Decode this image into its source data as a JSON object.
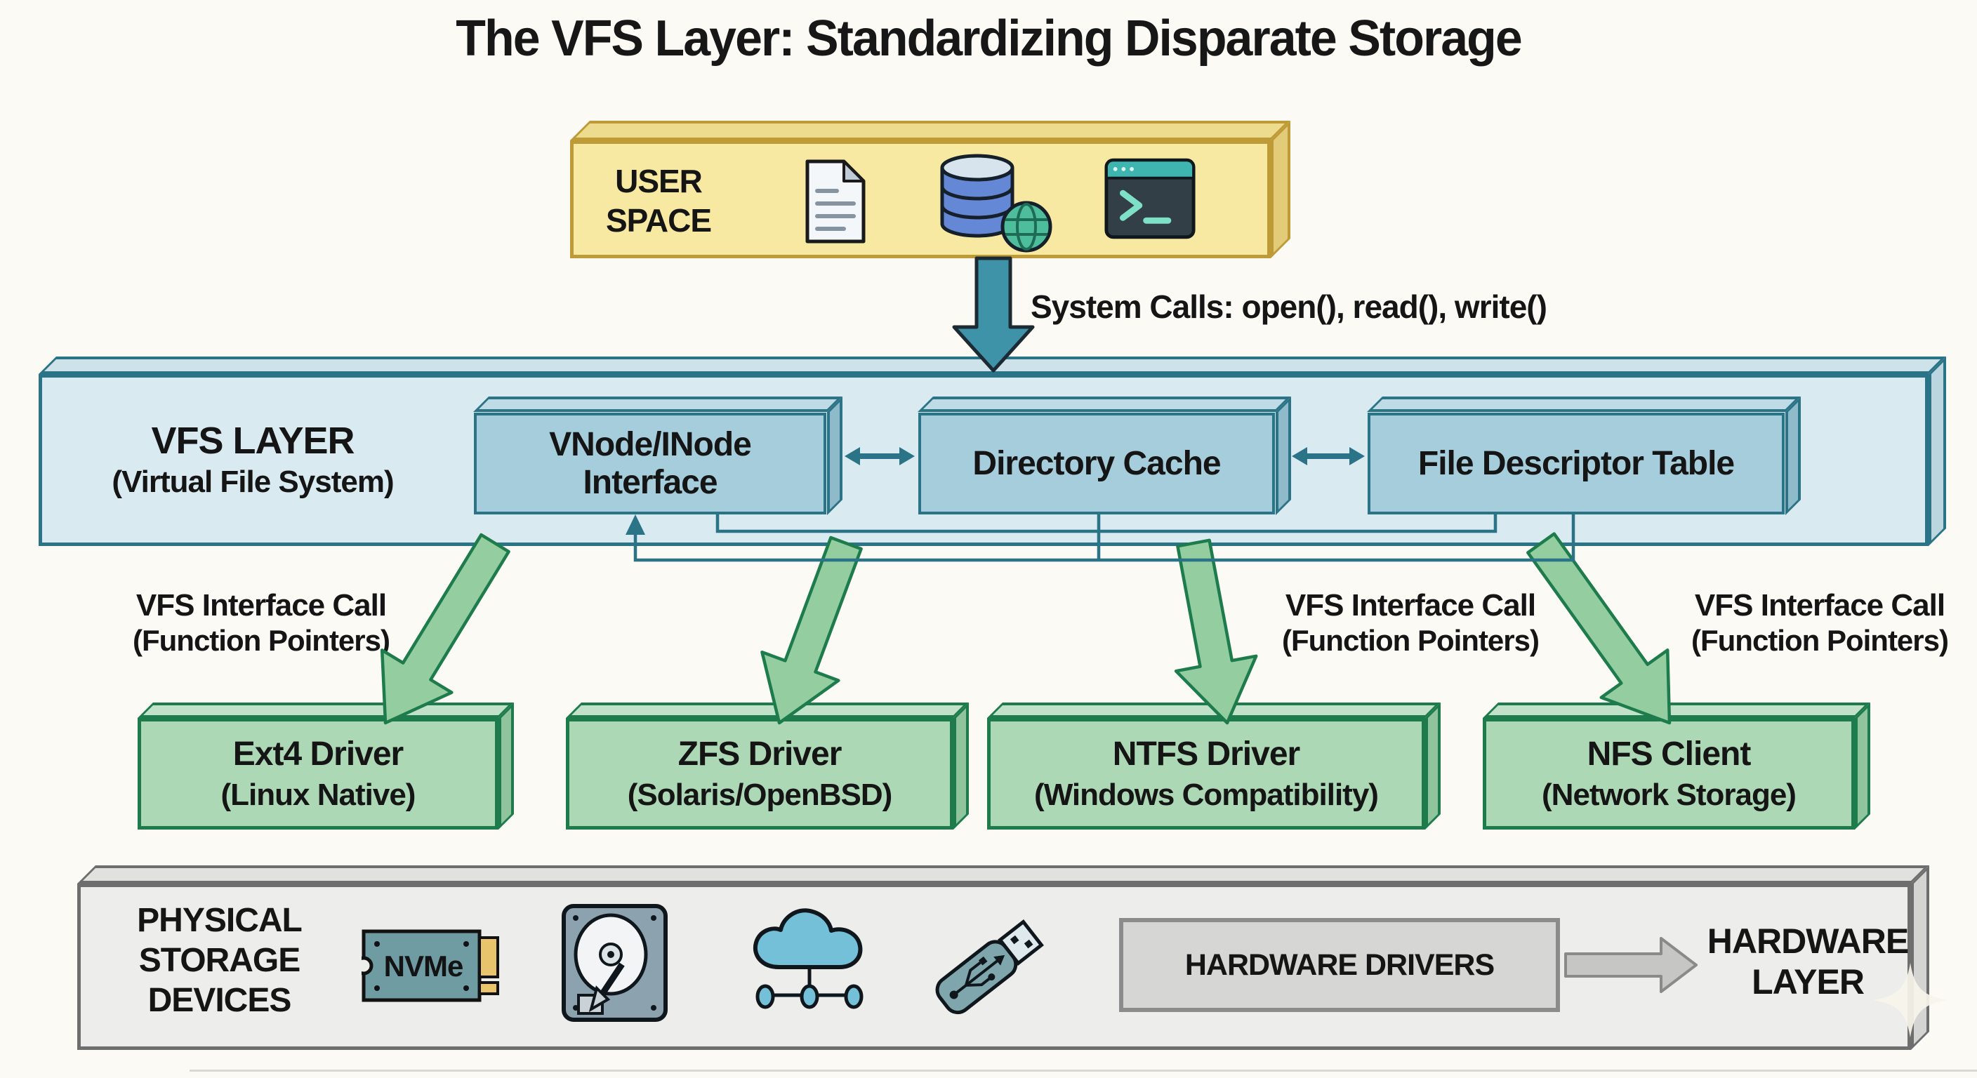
{
  "title": "The VFS Layer: Standardizing Disparate Storage",
  "user_space": {
    "label": "USER SPACE",
    "icons": [
      "document-icon",
      "database-icon",
      "terminal-icon"
    ]
  },
  "system_calls": {
    "label": "System Calls: open(), read(), write()"
  },
  "vfs_layer": {
    "title": "VFS LAYER",
    "subtitle": "(Virtual File System)",
    "components": [
      "VNode/INode Interface",
      "Directory Cache",
      "File Descriptor Table"
    ]
  },
  "interface_calls": [
    {
      "line1": "VFS Interface Call",
      "line2": "(Function Pointers)"
    },
    {
      "line1": "VFS Interface Call",
      "line2": "(Function Pointers)"
    },
    {
      "line1": "VFS Interface Call",
      "line2": "(Function Pointers)"
    }
  ],
  "drivers": [
    {
      "name": "Ext4 Driver",
      "detail": "(Linux Native)"
    },
    {
      "name": "ZFS Driver",
      "detail": "(Solaris/OpenBSD)"
    },
    {
      "name": "NTFS Driver",
      "detail": "(Windows Compatibility)"
    },
    {
      "name": "NFS Client",
      "detail": "(Network Storage)"
    }
  ],
  "physical_layer": {
    "label": "PHYSICAL STORAGE DEVICES",
    "nvme_label": "NVMe",
    "icons": [
      "nvme-ssd-icon",
      "hard-drive-icon",
      "cloud-storage-icon",
      "usb-drive-icon"
    ],
    "drivers_box_label": "HARDWARE DRIVERS",
    "layer_label": "HARDWARE LAYER"
  },
  "colors": {
    "user_space_fill": "#F7E8A2",
    "user_space_border": "#BE9B36",
    "vfs_fill": "#D9EBF0",
    "vfs_border": "#2B7386",
    "component_fill": "#A5CDDB",
    "driver_fill": "#ACD8B5",
    "driver_border": "#1E7B4C",
    "arrow_green": "#93CDA0",
    "arrow_teal": "#3E93A8",
    "hardware_fill": "#EDEDEB",
    "hardware_border": "#6E6E6E"
  }
}
